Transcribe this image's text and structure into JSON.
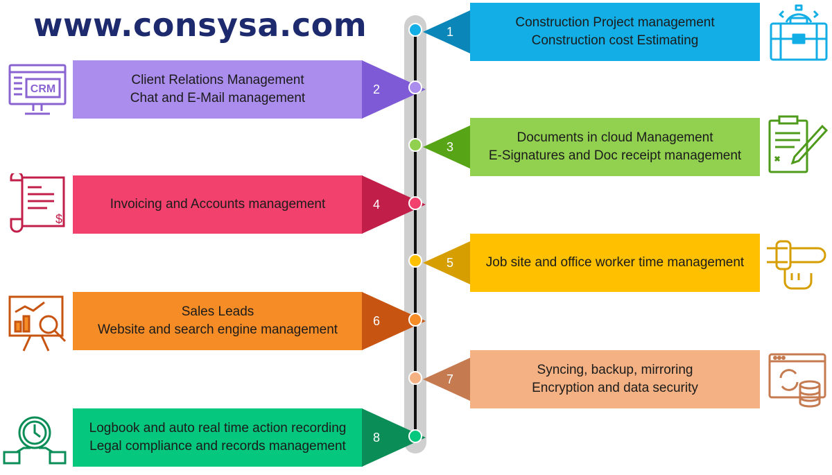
{
  "site": {
    "url": "www.consysa.com"
  },
  "steps": [
    {
      "num": "1",
      "lines": [
        "Construction Project management",
        "Construction cost Estimating"
      ],
      "color": "#12aee5",
      "dark": "#0b86b9",
      "icon": "briefcase-gear-icon"
    },
    {
      "num": "2",
      "lines": [
        "Client Relations Management",
        "Chat and E-Mail management"
      ],
      "color": "#ab8ded",
      "dark": "#7e5ad6",
      "icon": "crm-monitor-icon",
      "icon_text": "CRM"
    },
    {
      "num": "3",
      "lines": [
        "Documents in cloud Management",
        "E-Signatures and Doc receipt management"
      ],
      "color": "#92d050",
      "dark": "#58a417",
      "icon": "clipboard-pen-icon"
    },
    {
      "num": "4",
      "lines": [
        "Invoicing and Accounts management"
      ],
      "color": "#f2416c",
      "dark": "#c11f4a",
      "icon": "invoice-scroll-icon"
    },
    {
      "num": "5",
      "lines": [
        "Job site and office worker time management"
      ],
      "color": "#ffc000",
      "dark": "#d69e00",
      "icon": "wristwatch-hand-icon"
    },
    {
      "num": "6",
      "lines": [
        "Sales Leads",
        "Website and search engine management"
      ],
      "color": "#f58c26",
      "dark": "#c75411",
      "icon": "chart-magnifier-icon"
    },
    {
      "num": "7",
      "lines": [
        "Syncing, backup, mirroring",
        "Encryption and data security"
      ],
      "color": "#f4b183",
      "dark": "#c57a4f",
      "icon": "database-sync-icon"
    },
    {
      "num": "8",
      "lines": [
        "Logbook and auto real time action recording",
        "Legal compliance and records management"
      ],
      "color": "#05c77e",
      "dark": "#0a8d57",
      "icon": "clock-hands-icon"
    }
  ]
}
